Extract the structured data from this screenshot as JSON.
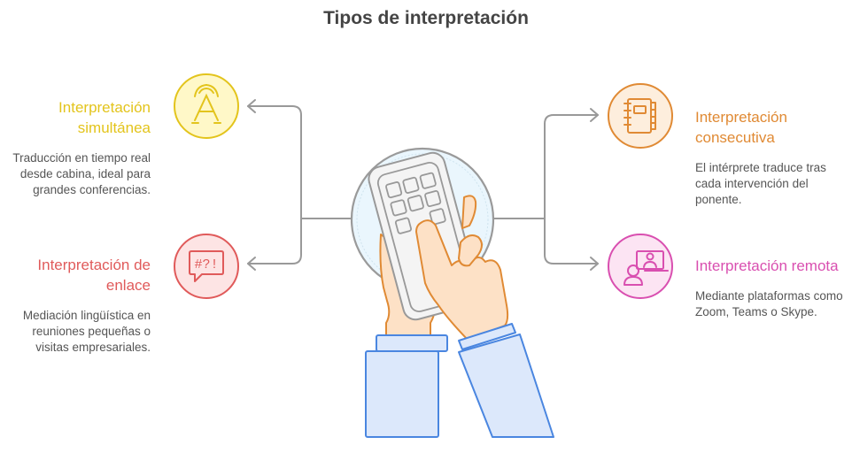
{
  "title": "Tipos de interpretación",
  "colors": {
    "simultanea": "#E3C41C",
    "enlace": "#E05A5A",
    "consecutiva": "#E08A34",
    "remota": "#D94FB0",
    "connector": "#999999",
    "sleeve": "#4A86E0",
    "skin_stroke": "#E08A34"
  },
  "items": [
    {
      "id": "simultanea",
      "side": "left",
      "heading": "Interpretación simultánea",
      "description": "Traducción en tiempo real desde cabina, ideal para grandes conferencias.",
      "icon": "broadcast-letter-a-icon"
    },
    {
      "id": "enlace",
      "side": "left",
      "heading": "Interpretación de enlace",
      "description": "Mediación lingüística en reuniones pequeñas o visitas empresariales.",
      "icon": "speech-bubble-symbols-icon",
      "icon_text": "#?!"
    },
    {
      "id": "consecutiva",
      "side": "right",
      "heading": "Interpretación consecutiva",
      "description": "El intérprete traduce tras cada intervención del ponente.",
      "icon": "notebook-icon"
    },
    {
      "id": "remota",
      "side": "right",
      "heading": "Interpretación remota",
      "description": "Mediante plataformas como Zoom, Teams o Skype.",
      "icon": "video-call-icon"
    }
  ],
  "center": {
    "illustration": "hands-holding-remote-control"
  }
}
